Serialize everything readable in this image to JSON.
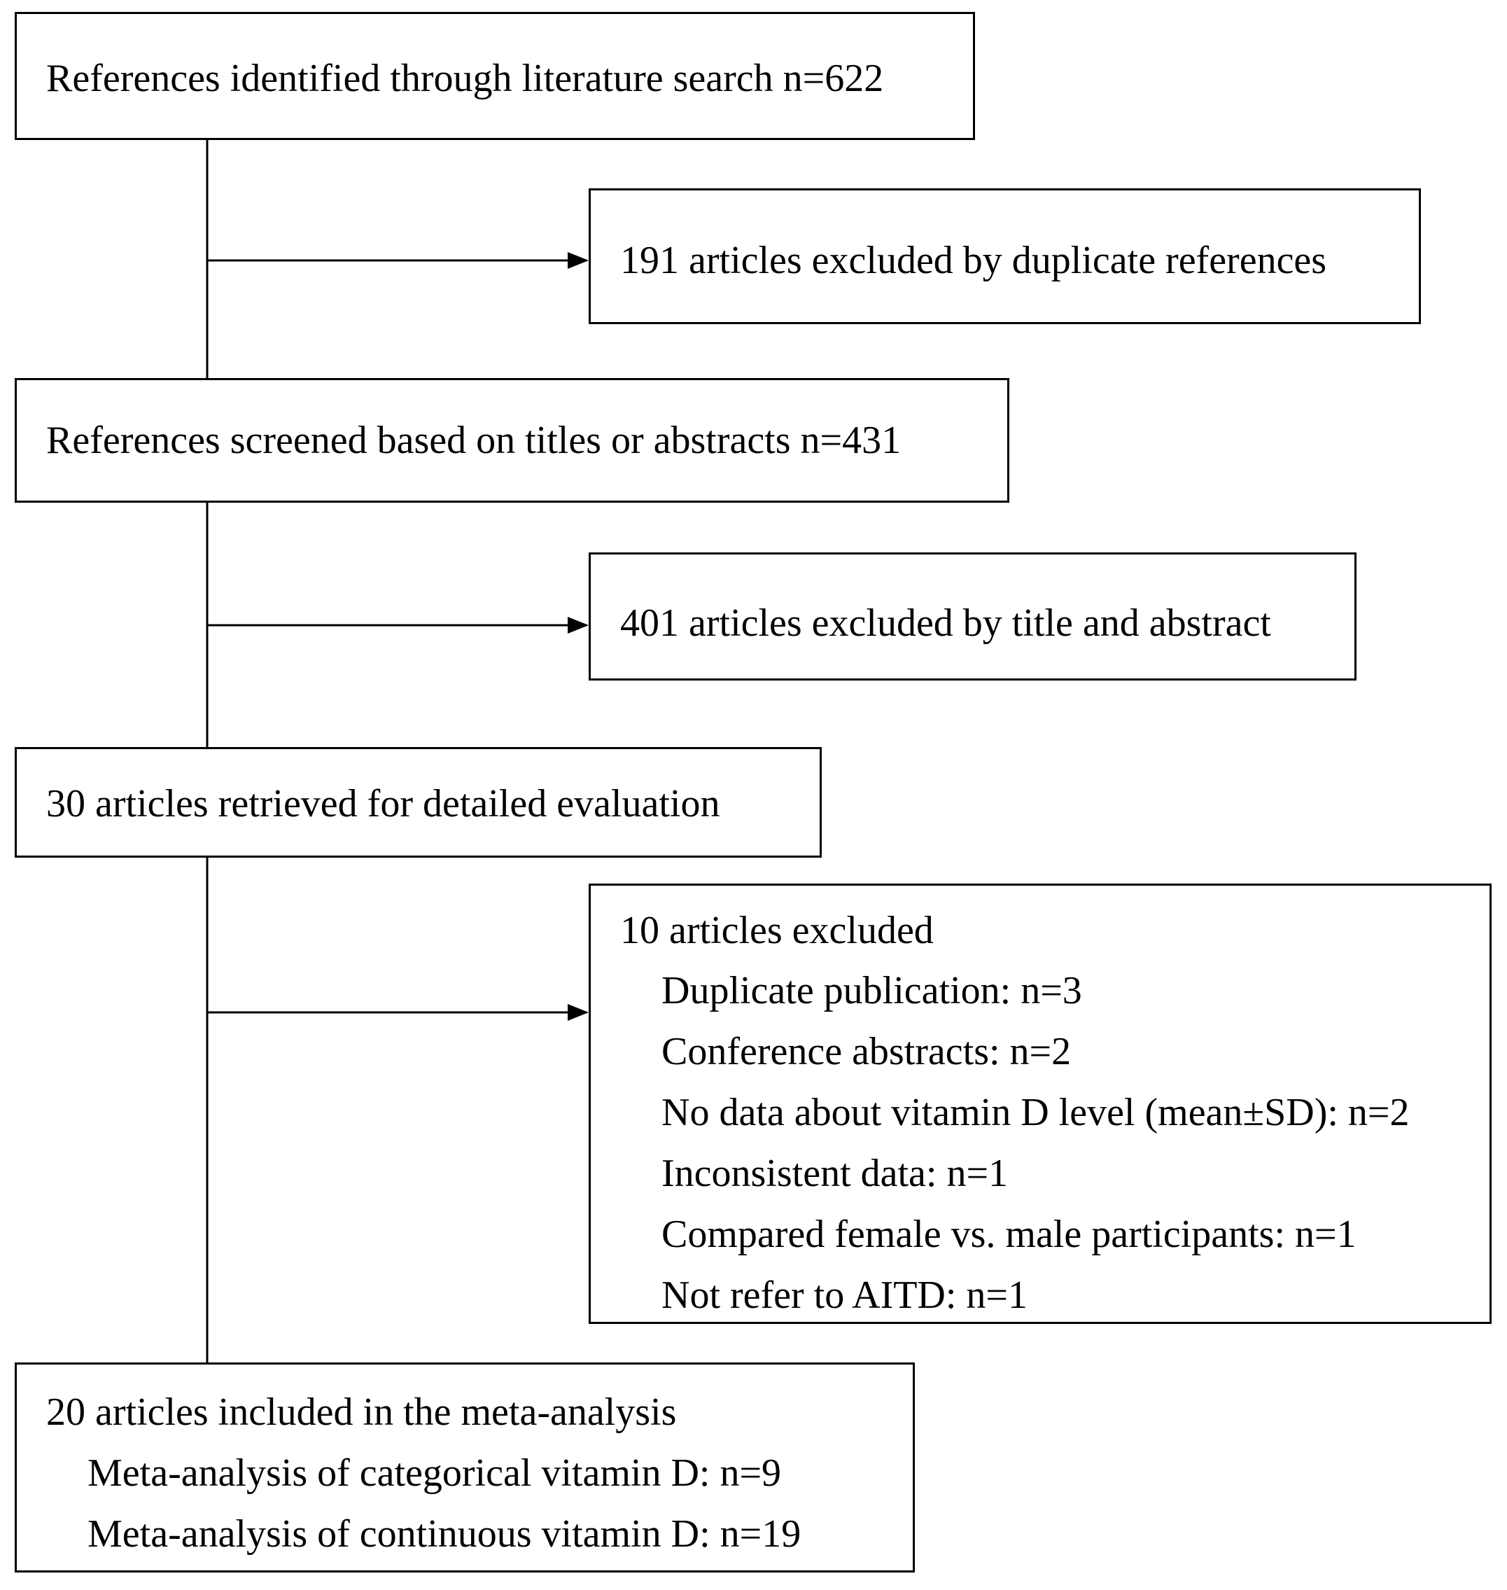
{
  "boxes": {
    "identified": {
      "text": "References identified through literature search n=622"
    },
    "excluded_duplicates": {
      "text": "191 articles excluded by duplicate references"
    },
    "screened": {
      "text": "References screened based on titles or abstracts n=431"
    },
    "excluded_title_abstract": {
      "text": "401 articles excluded by title and abstract"
    },
    "retrieved": {
      "text": "30 articles retrieved for detailed evaluation"
    },
    "excluded_detailed": {
      "title": "10 articles excluded",
      "items": [
        "Duplicate publication: n=3",
        "Conference abstracts: n=2",
        "No data about vitamin D level (mean±SD): n=2",
        "Inconsistent data: n=1",
        "Compared female vs. male participants: n=1",
        "Not refer to AITD: n=1"
      ]
    },
    "included": {
      "title": "20 articles included in the meta-analysis",
      "items": [
        "Meta-analysis of categorical vitamin D: n=9",
        "Meta-analysis of continuous vitamin D: n=19"
      ]
    }
  }
}
